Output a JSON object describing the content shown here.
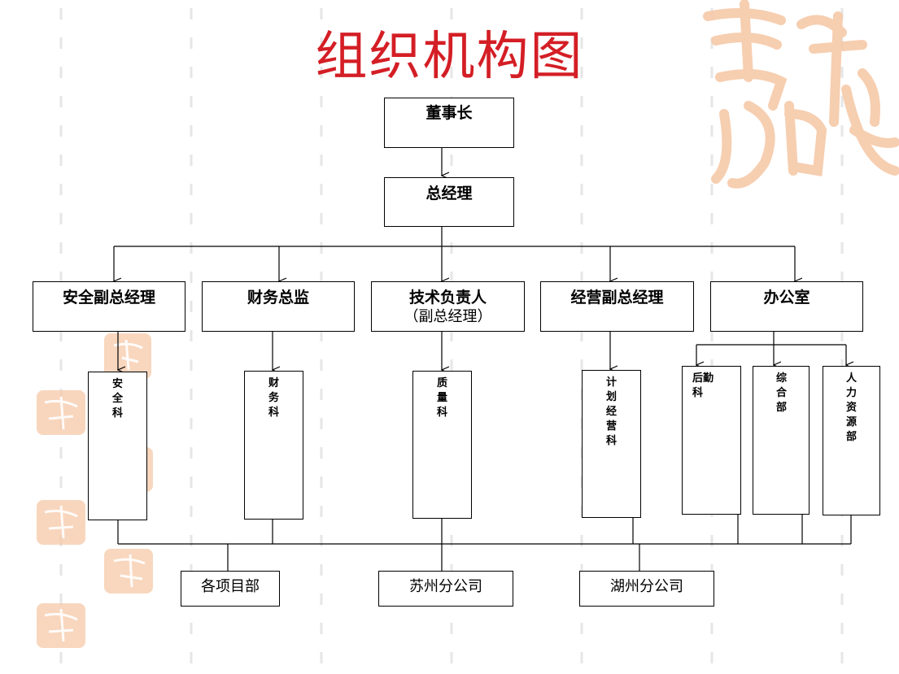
{
  "title": "组织机构图",
  "nodes": {
    "chairman": "董事长",
    "general_manager": "总经理",
    "safety_deputy": "安全副总经理",
    "finance_director": "财务总监",
    "tech_head": "技术负责人",
    "tech_head_sub": "（副总经理）",
    "business_deputy": "经营副总经理",
    "office": "办公室",
    "safety_section": "安全科",
    "finance_section": "财务科",
    "quality_section": "质量科",
    "planning_section": "计划经营科",
    "logistics_section": "后勤科",
    "general_dept": "综合部",
    "hr_dept": "人力资源部",
    "projects": "各项目部",
    "suzhou_branch": "苏州分公司",
    "huzhou_branch": "湖州分公司"
  },
  "colors": {
    "title": "#d41e25",
    "seal": "#f6c9a8",
    "dash": "#e6e6e6"
  },
  "decorations": [
    "ji-xiang-ru-yi-seal-large",
    "ji-xiang-ru-yi-seal-small"
  ]
}
